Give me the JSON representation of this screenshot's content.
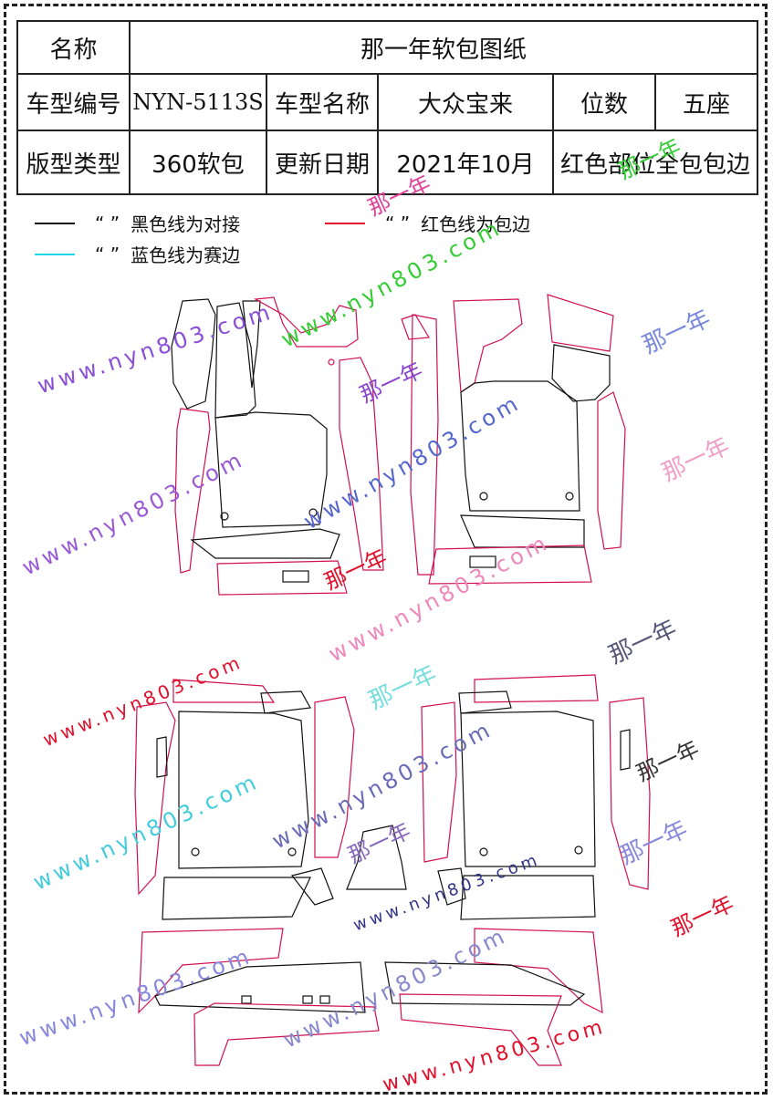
{
  "header": {
    "name_label": "名称",
    "name_value": "那一年软包图纸",
    "model_code_label": "车型编号",
    "model_code_value": "NYN-5113S",
    "model_name_label": "车型名称",
    "model_name_value": "大众宝来",
    "seats_label": "位数",
    "seats_value": "五座",
    "pattern_type_label": "版型类型",
    "pattern_type_value": "360软包",
    "update_label": "更新日期",
    "update_value": "2021年10月",
    "coverage_value": "红色部位全包包边"
  },
  "legend": {
    "black_quote": "“ ”",
    "black_text": "黑色线为对接",
    "red_quote": "“ ”",
    "red_text": "红色线为包边",
    "cyan_quote": "“ ”",
    "cyan_text": "蓝色线为赛边",
    "black_color": "#111111",
    "red_color": "#e0102a",
    "cyan_color": "#22d6e8"
  },
  "watermarks": {
    "url_text": "www.nyn803.com",
    "brand_text": "那一年"
  }
}
